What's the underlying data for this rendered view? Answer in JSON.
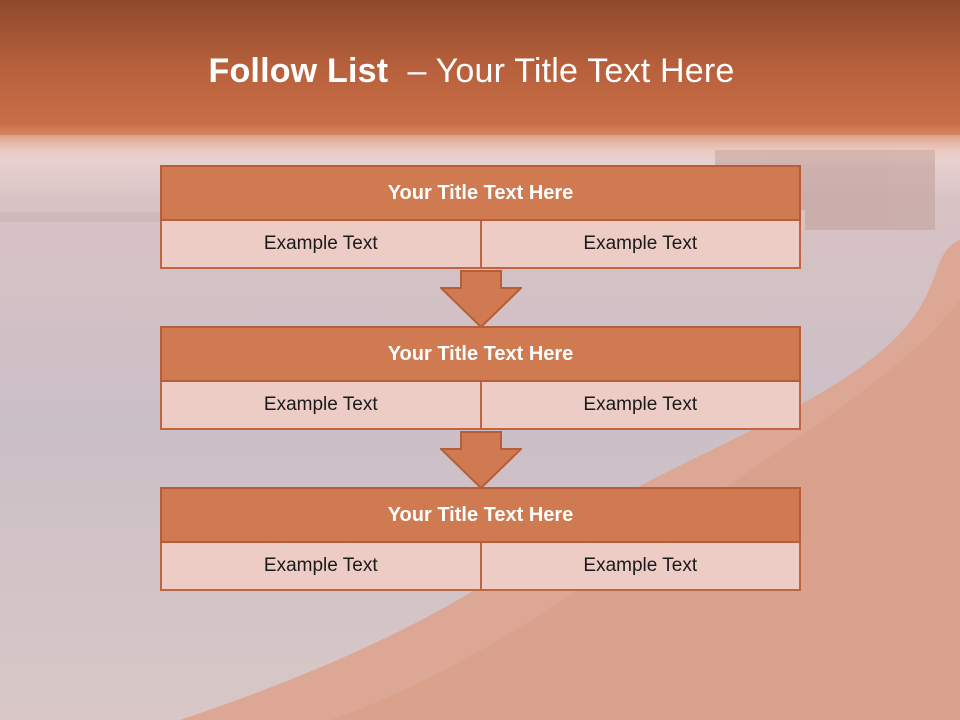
{
  "slide": {
    "title_bold": "Follow List",
    "title_rest": "  – Your Title Text Here"
  },
  "blocks": [
    {
      "title": "Your Title Text Here",
      "left": "Example Text",
      "right": "Example Text"
    },
    {
      "title": "Your Title Text Here",
      "left": "Example Text",
      "right": "Example Text"
    },
    {
      "title": "Your Title Text Here",
      "left": "Example Text",
      "right": "Example Text"
    }
  ],
  "colors": {
    "header_band": "#c46a43",
    "block_header": "#cf7a51",
    "block_cell": "#ecccc4",
    "arrow": "#cf7a51"
  }
}
